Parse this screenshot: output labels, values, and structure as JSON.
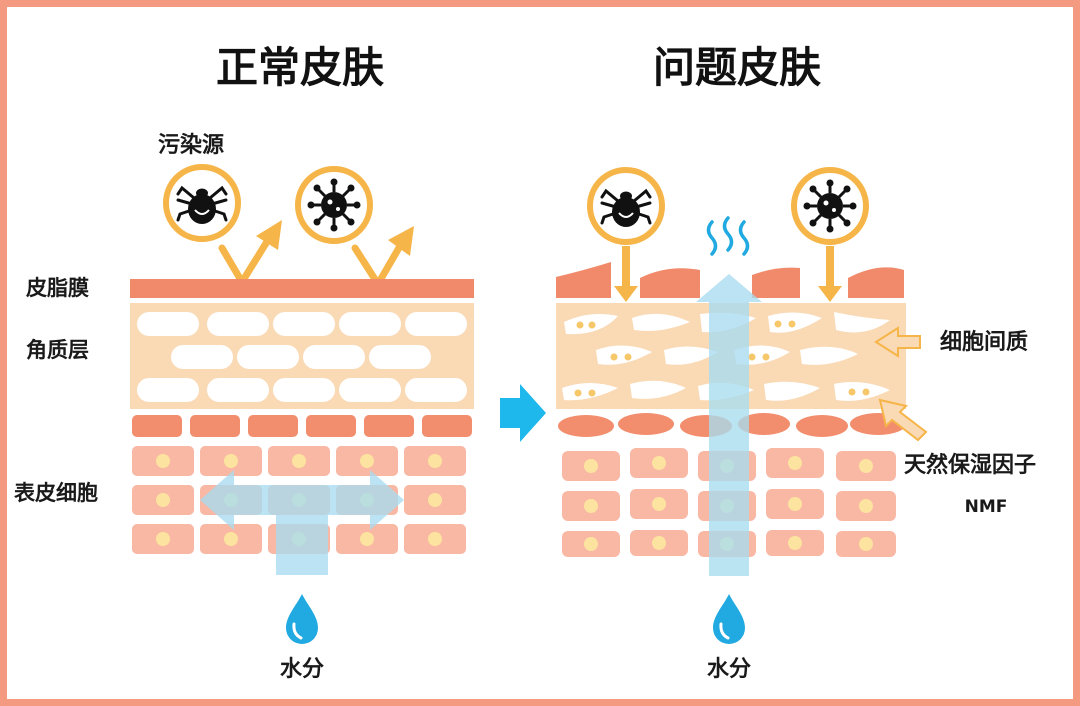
{
  "titles": {
    "normal": "正常皮肤",
    "problem": "问题皮肤"
  },
  "labels": {
    "pollutant": "污染源",
    "sebum_film": "皮脂膜",
    "stratum_corneum": "角质层",
    "epidermal_cells": "表皮细胞",
    "intercellular": "细胞间质",
    "nmf": "天然保湿因子",
    "nmf_abbr": "NMF",
    "water_left": "水分",
    "water_right": "水分"
  },
  "colors": {
    "frame": "#f39a80",
    "background": "#ffffff",
    "sebum": "#f08a6a",
    "corneum": "#fad9b5",
    "cell_light": "#f8b8a4",
    "cell_dark": "#f28d6d",
    "nucleus": "#fde3a0",
    "water_flow": "#a8dcf0",
    "water_drop": "#21a9e1",
    "callout_ring": "#f6b548",
    "callout_arrow": "#f6b548",
    "transition_arrow": "#1fb8ec"
  },
  "icons": {
    "pollutant_left_1": "mite-icon",
    "pollutant_left_2": "virus-icon",
    "pollutant_right_1": "mite-icon",
    "pollutant_right_2": "virus-icon"
  }
}
